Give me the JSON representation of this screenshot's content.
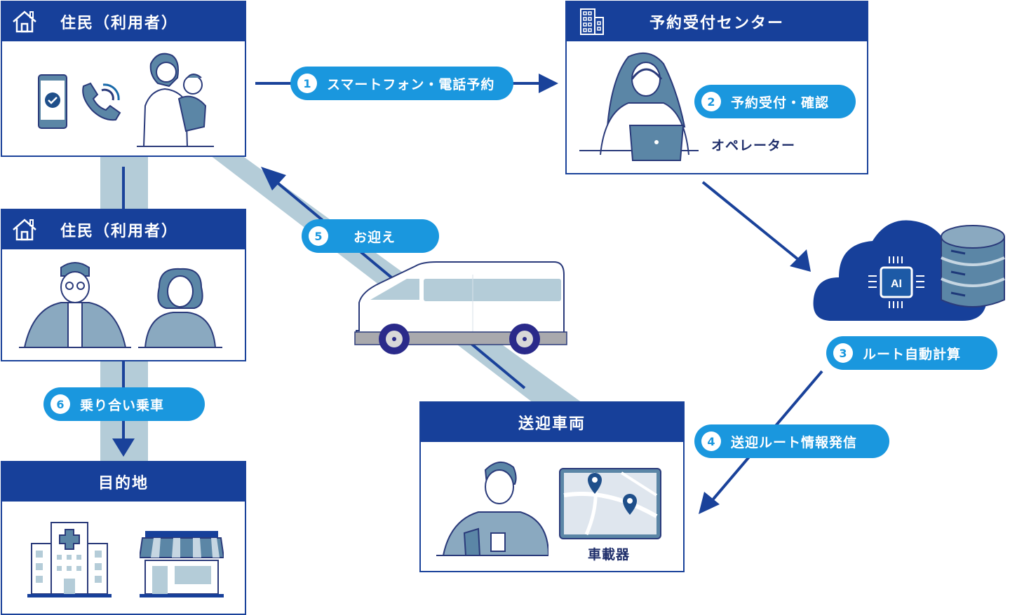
{
  "colors": {
    "header_navy": "#17409a",
    "pill_blue": "#1a97de",
    "band_gray_blue": "#b4ccd8",
    "illustration_blue": "#5b86a6",
    "arrow_navy": "#1a429a"
  },
  "boxes": {
    "resident_top": {
      "title": "住民（利用者）",
      "icon": "house-icon",
      "illustrations": [
        "smartphone-check-icon",
        "phone-call-icon",
        "mother-child-illustration"
      ]
    },
    "reservation_center": {
      "title": "予約受付センター",
      "icon": "building-icon",
      "operator_label": "オペレーター",
      "illustrations": [
        "operator-headset-illustration",
        "laptop-icon"
      ]
    },
    "resident_middle": {
      "title": "住民（利用者）",
      "icon": "house-icon",
      "illustrations": [
        "elderly-man-illustration",
        "elderly-woman-illustration"
      ]
    },
    "destination": {
      "title": "目的地",
      "illustrations": [
        "hospital-icon",
        "shop-icon"
      ]
    },
    "vehicle": {
      "title": "送迎車両",
      "device_label": "車載器",
      "illustrations": [
        "driver-illustration",
        "navigation-map-icon"
      ]
    }
  },
  "cloud": {
    "chip_label": "AI",
    "icons": [
      "cloud-icon",
      "ai-chip-icon",
      "database-icon"
    ]
  },
  "steps": [
    {
      "num": "1",
      "label": "スマートフォン・電話予約"
    },
    {
      "num": "2",
      "label": "予約受付・確認"
    },
    {
      "num": "3",
      "label": "ルート自動計算"
    },
    {
      "num": "4",
      "label": "送迎ルート情報発信"
    },
    {
      "num": "5",
      "label": "お迎え"
    },
    {
      "num": "6",
      "label": "乗り合い乗車"
    }
  ]
}
